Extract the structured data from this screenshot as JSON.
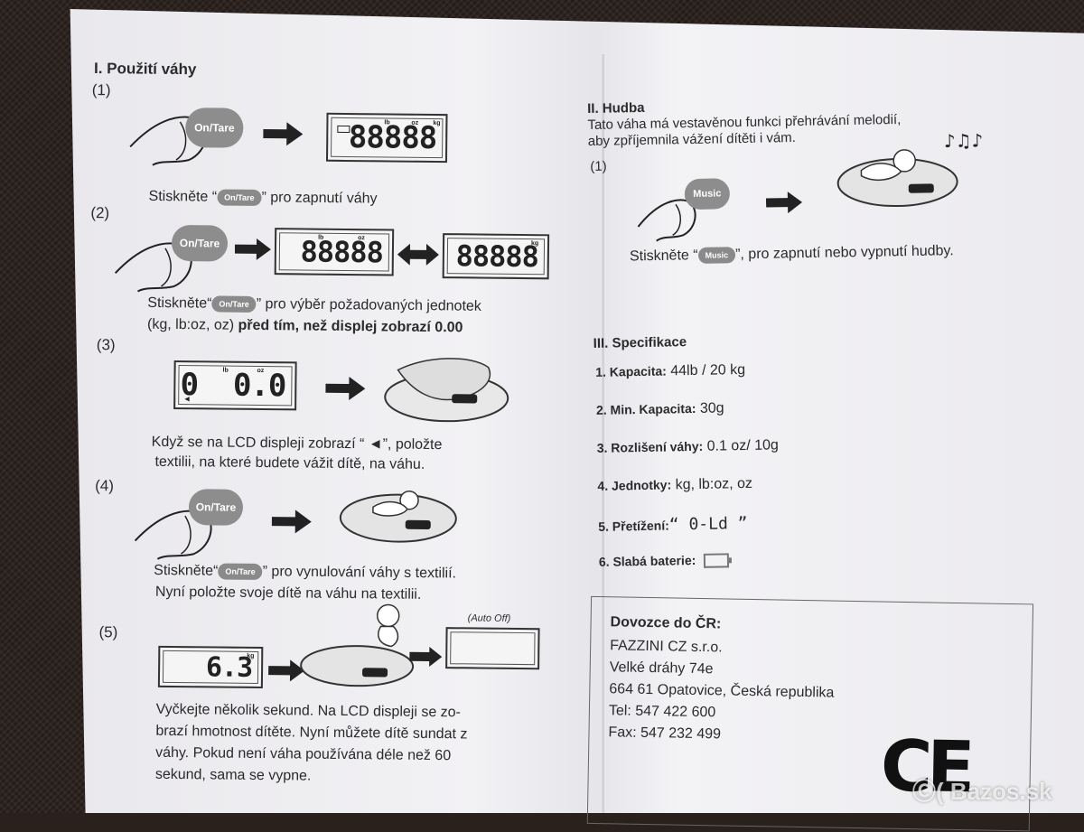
{
  "left": {
    "heading": "I. Použití váhy",
    "s1": {
      "num": "(1)",
      "button": "On/Tare",
      "lcd": "88888",
      "units": [
        "lb",
        "oz",
        "kg"
      ],
      "text_a": "Stiskněte “",
      "pill": "On/Tare",
      "text_b": "” pro zapnutí váhy"
    },
    "s2": {
      "num": "(2)",
      "button": "On/Tare",
      "lcd1": "88888",
      "lcd1_units": [
        "lb",
        "oz"
      ],
      "lcd2": "88888",
      "lcd2_units": [
        "kg"
      ],
      "text_a": "Stiskněte“",
      "pill": "On/Tare",
      "text_b": "” pro výběr požadovaných jednotek",
      "text_c": "(kg, lb:oz, oz) ",
      "text_d": "před tím, než displej zobrazí 0.00"
    },
    "s3": {
      "num": "(3)",
      "lcd": "0  0.0",
      "lcd_units": [
        "lb",
        "oz"
      ],
      "line1": "Když se na LCD displeji zobrazí “ ◄”, položte",
      "line2": "textilii, na které budete vážit dítě, na váhu."
    },
    "s4": {
      "num": "(4)",
      "button": "On/Tare",
      "text_a": "Stiskněte“",
      "pill": "On/Tare",
      "text_b": "” pro vynulování váhy s textilií.",
      "line2": "Nyní položte svoje dítě na váhu na textilii."
    },
    "s5": {
      "num": "(5)",
      "lcd": "6.3",
      "lcd_units": [
        "kg"
      ],
      "auto_off": "(Auto Off)",
      "line1": "Vyčkejte několik sekund. Na LCD displeji se zo-",
      "line2": "brazí hmotnost dítěte. Nyní můžete dítě sundat z",
      "line3": "váhy. Pokud není váha používána déle než 60",
      "line4": "sekund, sama se vypne."
    }
  },
  "right": {
    "music": {
      "heading": "II. Hudba",
      "line1": "Tato váha má vestavěnou funkci přehrávání melodií,",
      "line2": "aby zpříjemnila vážení dítěti i vám.",
      "num": "(1)",
      "button": "Music",
      "text_a": "Stiskněte “",
      "pill": "Music",
      "text_b": "”, pro zapnutí nebo vypnutí hudby."
    },
    "spec": {
      "heading": "III. Specifikace",
      "items": [
        {
          "label": "1. Kapacita:",
          "value": " 44lb / 20 kg"
        },
        {
          "label": "2. Min. Kapacita:",
          "value": " 30g"
        },
        {
          "label": "3. Rozlišení váhy:",
          "value": " 0.1 oz/ 10g"
        },
        {
          "label": "4. Jednotky:",
          "value": " kg, lb:oz, oz"
        },
        {
          "label": "5. Přetížení:",
          "value": "“ 0-Ld ”"
        },
        {
          "label": "6. Slabá baterie:",
          "value": ""
        }
      ]
    },
    "importer": {
      "title": "Dovozce do ČR:",
      "lines": [
        "FAZZINI CZ s.r.o.",
        "Velké dráhy 74e",
        "664 61 Opatovice, Česká republika",
        "Tel: 547 422 600",
        "Fax: 547 232 499"
      ],
      "mark": "CE"
    }
  },
  "watermark": "Bazos.sk"
}
